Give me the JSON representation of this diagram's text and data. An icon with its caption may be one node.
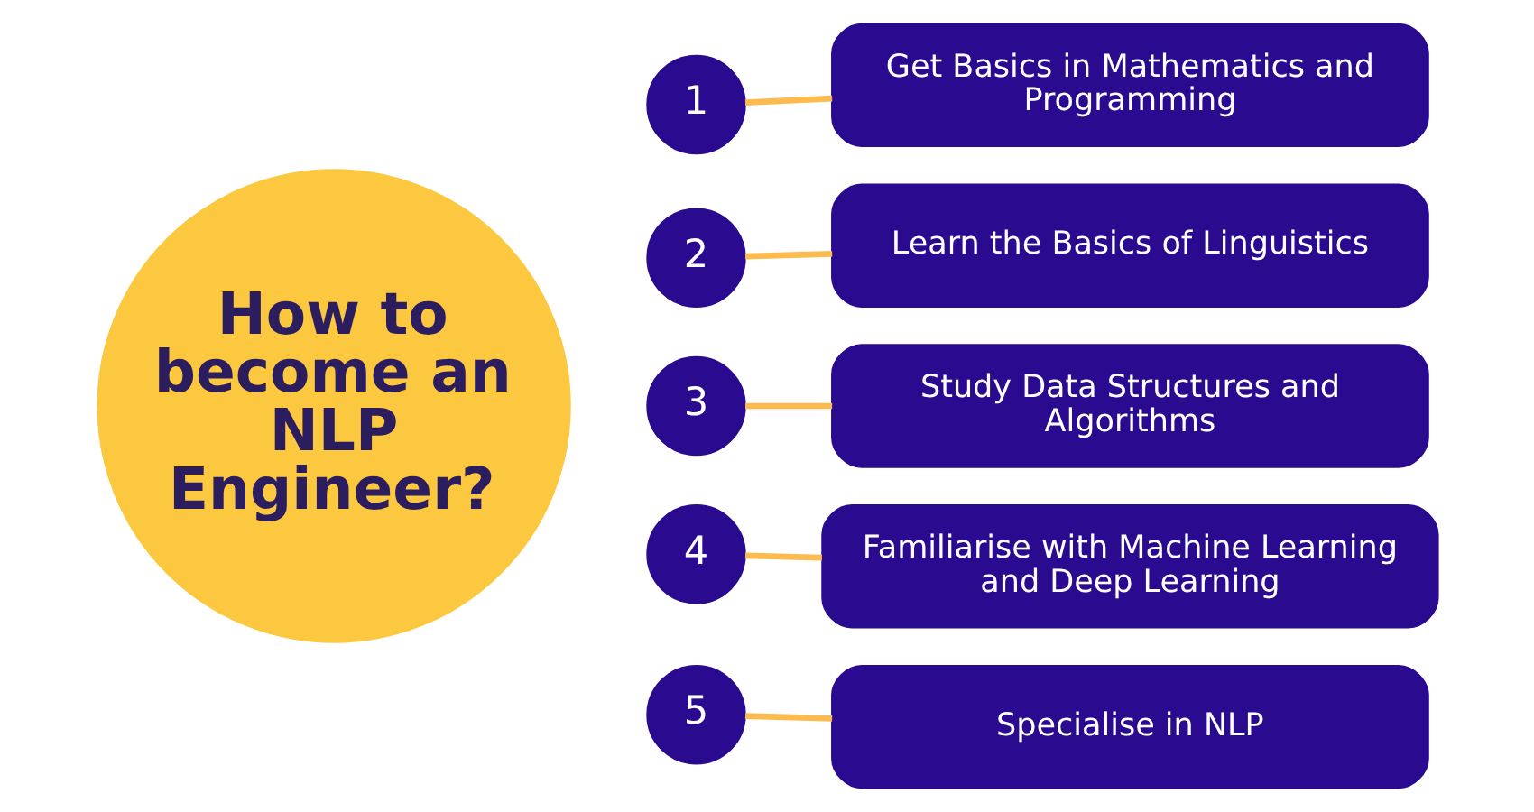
{
  "diagram": {
    "nodes": [
      {
        "text": [
          "How to become an NLP Engineer?"
        ]
      },
      {
        "text": [
          "1"
        ]
      },
      {
        "text": [
          "Get Basics in Mathematics and Programming"
        ]
      },
      {
        "text": [
          "2"
        ]
      },
      {
        "text": [
          "Learn the Basics of Linguistics"
        ]
      },
      {
        "text": [
          "3"
        ]
      },
      {
        "text": [
          "Study Data Structures and Algorithms"
        ]
      },
      {
        "text": [
          "4"
        ]
      },
      {
        "text": [
          "Familiarise with Machine Learning and Deep Learning"
        ]
      },
      {
        "text": [
          "5"
        ]
      },
      {
        "text": [
          "Specialise in NLP"
        ]
      }
    ],
    "edges": [
      {
        "from": 1,
        "to": 2,
        "arrow": "none"
      },
      {
        "from": 3,
        "to": 4,
        "arrow": "none"
      },
      {
        "from": 5,
        "to": 6,
        "arrow": "none"
      },
      {
        "from": 7,
        "to": 8,
        "arrow": "none"
      },
      {
        "from": 9,
        "to": 10,
        "arrow": "none"
      }
    ]
  }
}
